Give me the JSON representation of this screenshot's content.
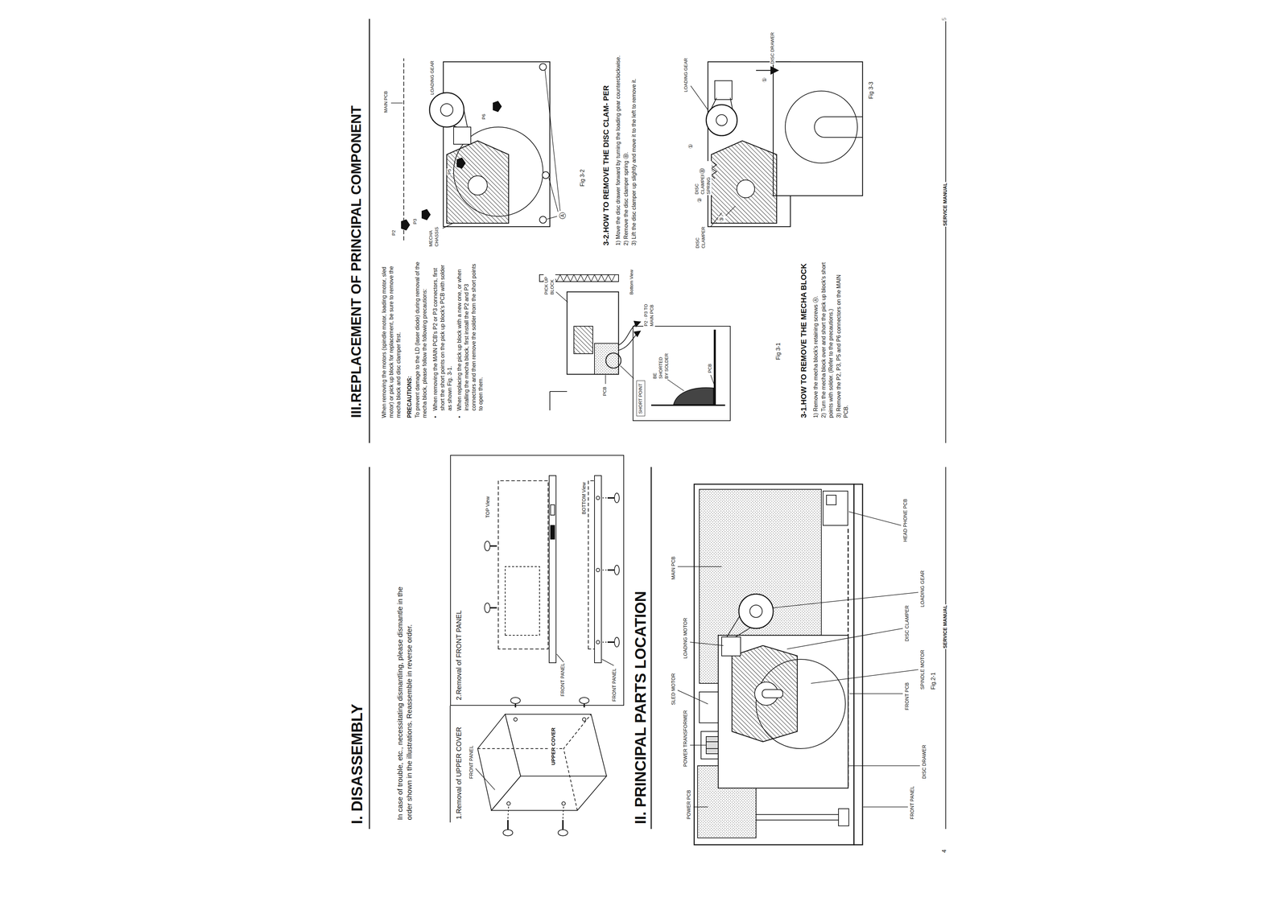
{
  "diagram": {
    "nodes": [
      {
        "text": [
          "2.Removal of FRONT PANEL"
        ]
      },
      {
        "text": [
          "SHORT POINT"
        ]
      }
    ],
    "labels": [
      "I. DISASSEMBLY",
      "In case of trouble, etc., necessitating dismantling, please dismantle in the order shown in the illustrations. Reassemble in reverse order.",
      "1.Removal of UPPER COVER",
      "FRONT PANEL",
      "UPPER COVER",
      "TOP View",
      "FRONT PANEL",
      "FRONT PANEL",
      "BOTTOM View",
      "II. PRINCIPAL PARTS LOCATION",
      "POWER PCB",
      "POWER TRANSFORMER",
      "SLED MOTOR",
      "LOADING MOTOR",
      "MAIN PCB",
      "FRONT PANEL",
      "DISC DRAWER",
      "FRONT PCB",
      "SPINDLE MOTOR",
      "DISC CLAMPER",
      "LOADING GEAR",
      "HEAD PHONE PCB",
      "Fig.2-1",
      "SERVICE MANUAL",
      "4",
      "III.REPLACEMENT OF PRINCIPAL COMPONENT",
      "When removing the motors (spindle motor, loading motor, sled motor) or pick up block for replacement, be sure to remove the mecha block and disc clamper first.",
      "PRECAUTIONS:",
      "To prevent damage to the LD (laser diode) during removal of the mecha block, please follow the following precautions:",
      "•",
      "When removing the MAIN PCB's P2 or P3 connectors, first short the short points on the pick up block's PCB with solder as shown Fig. 3-1.",
      "•",
      "When replacing the pick up block with a new one, or when installing the mecha block, first install the P2 and P3 connectors and then remove the solder from the short points to open them.",
      "PICK UP BLOCK",
      "PCB",
      "Bottom View",
      "P2 · P3 TO MAIN PCB",
      "BE SHORTED BY SOLDER",
      "PCB",
      "Fig 3-1",
      "3-1.HOW TO REMOVE THE MECHA BLOCK",
      "1) Remove the mecha block's retaining screws Ⓐ.",
      "2) Turn the mecha block over and short the pick up block's short points with solder. (Refer to the precautions.)",
      "3) Remove the P2, P3, P5 and P6 connectors on the MAIN PCB.",
      "MAIN PCB",
      "P2",
      "P3",
      "P5",
      "P6",
      "LOADING GEAR",
      "MECHA CHASSIS",
      "Ⓐ",
      "Fig 3-2",
      "3-2.HOW TO REMOVE THE DISC CLAM- PER",
      "1) Move the disc drawer forward by turning the loading gear counterclockwise.",
      "2) Remove the disc clamper spring Ⓑ.",
      "3) Lift the disc clamper up slightly and move it to the left to remove it.",
      "DISC CLAMPER",
      "②",
      "DISC CLAMPER SPRING",
      "Ⓑ",
      "③",
      "①",
      "LOADING GEAR",
      "①",
      "DISC DRAWER",
      "Fig 3-3",
      "SERVICE MANUAL",
      "5"
    ]
  }
}
